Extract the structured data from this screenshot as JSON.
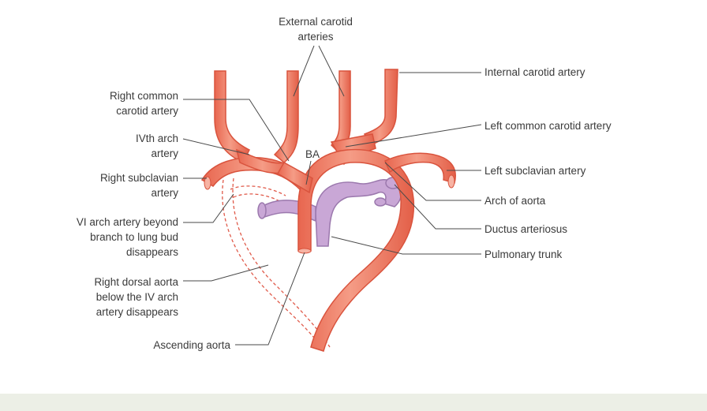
{
  "labels": {
    "external_carotid": [
      "External carotid",
      "arteries"
    ],
    "internal_carotid": "Internal carotid artery",
    "right_common_carotid": [
      "Right common",
      "carotid artery"
    ],
    "left_common_carotid": "Left common carotid artery",
    "ivth_arch": [
      "IVth arch",
      "artery"
    ],
    "ba": "BA",
    "right_subclavian": [
      "Right subclavian",
      "artery"
    ],
    "left_subclavian": "Left subclavian artery",
    "arch_of_aorta": "Arch of aorta",
    "vi_arch": [
      "VI arch artery beyond",
      "branch to lung bud",
      "disappears"
    ],
    "ductus": "Ductus arteriosus",
    "pulmonary_trunk": "Pulmonary trunk",
    "right_dorsal": [
      "Right dorsal aorta",
      "below the IV arch",
      "artery disappears"
    ],
    "ascending_aorta": "Ascending aorta"
  },
  "colors": {
    "artery_fill": "#f0826a",
    "artery_edge": "#d9533d",
    "artery_highlight": "#f7a896",
    "pulmonary_fill": "#c9a7d6",
    "pulmonary_edge": "#9b78ad",
    "leader": "#4a4a4a",
    "dashed": "#e05a4a"
  }
}
